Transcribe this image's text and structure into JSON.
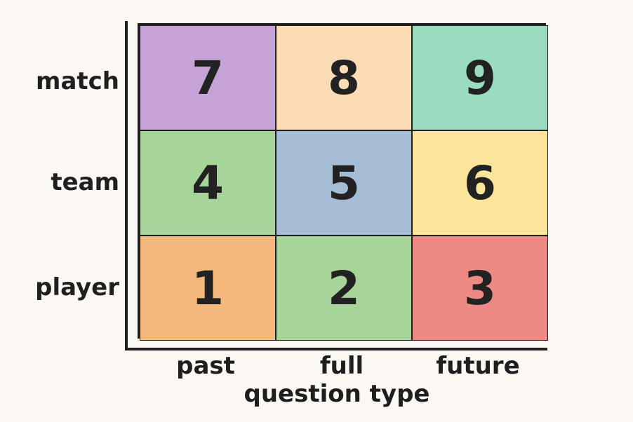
{
  "rows": [
    "match",
    "team",
    "player"
  ],
  "columns": [
    "past",
    "full",
    "future"
  ],
  "x_title": "question type",
  "cells": [
    [
      {
        "value": "7",
        "color": "#c6a3d6"
      },
      {
        "value": "8",
        "color": "#fbdcb4"
      },
      {
        "value": "9",
        "color": "#9bdcc1"
      }
    ],
    [
      {
        "value": "4",
        "color": "#a7d498"
      },
      {
        "value": "5",
        "color": "#a5bcd5"
      },
      {
        "value": "6",
        "color": "#fbe59b"
      }
    ],
    [
      {
        "value": "1",
        "color": "#f4b87d"
      },
      {
        "value": "2",
        "color": "#a7d498"
      },
      {
        "value": "3",
        "color": "#ee8a84"
      }
    ]
  ]
}
